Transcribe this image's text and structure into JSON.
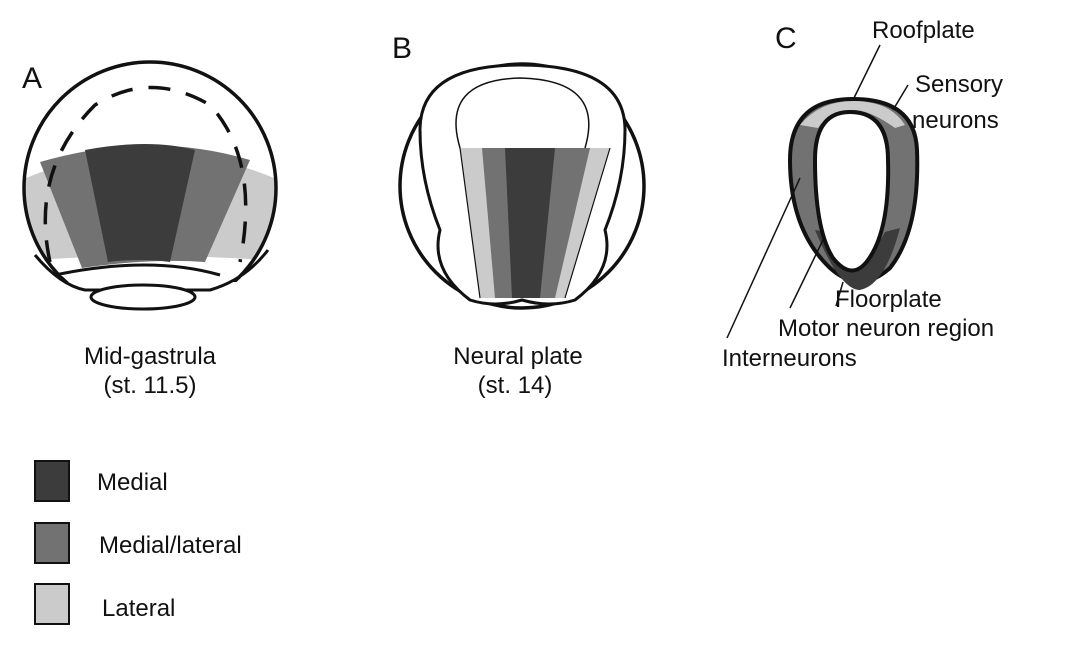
{
  "colors": {
    "medial": "#3c3c3c",
    "medial_lateral": "#727272",
    "lateral": "#cbcbcb",
    "outline": "#111111"
  },
  "panels": {
    "a": {
      "letter": "A",
      "caption_line1": "Mid-gastrula",
      "caption_line2": "(st. 11.5)"
    },
    "b": {
      "letter": "B",
      "caption_line1": "Neural plate",
      "caption_line2": "(st. 14)"
    },
    "c": {
      "letter": "C",
      "labels": {
        "roofplate": "Roofplate",
        "sensory_line1": "Sensory",
        "sensory_line2": "neurons",
        "floorplate": "Floorplate",
        "motor": "Motor neuron region",
        "interneurons": "Interneurons"
      }
    }
  },
  "legend": [
    {
      "label": "Medial"
    },
    {
      "label": "Medial/lateral"
    },
    {
      "label": "Lateral"
    }
  ]
}
